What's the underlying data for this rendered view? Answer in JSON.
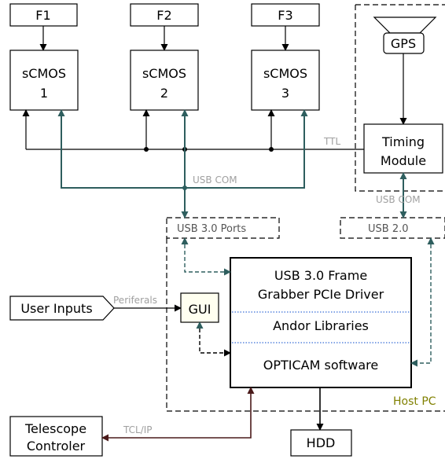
{
  "filters": [
    "F1",
    "F2",
    "F3"
  ],
  "cameras": [
    {
      "line1": "sCMOS",
      "line2": "1"
    },
    {
      "line1": "sCMOS",
      "line2": "2"
    },
    {
      "line1": "sCMOS",
      "line2": "3"
    }
  ],
  "gps": "GPS",
  "timing_module": {
    "line1": "Timing",
    "line2": "Module"
  },
  "labels": {
    "ttl": "TTL",
    "usb_com_cams": "USB  COM",
    "usb_com_timing": "USB  COM",
    "usb3_ports": "USB 3.0 Ports",
    "usb2": "USB 2.0",
    "peripherals": "Periferals",
    "tcl_ip": "TCL/IP",
    "host_pc": "Host PC"
  },
  "software_stack": {
    "driver_line1": "USB 3.0 Frame",
    "driver_line2": "Grabber PCIe Driver",
    "libraries": "Andor Libraries",
    "software": "OPTICAM software"
  },
  "user_inputs": "User Inputs",
  "gui": "GUI",
  "telescope": {
    "line1": "Telescope",
    "line2": "Controler"
  },
  "hdd": "HDD",
  "colors": {
    "usb_teal": "#2e5e5e",
    "tcp_brown": "#4a1a1a",
    "gray_text": "#a0a0a0",
    "olive": "#808000",
    "divider_blue": "#3a6fd8"
  }
}
